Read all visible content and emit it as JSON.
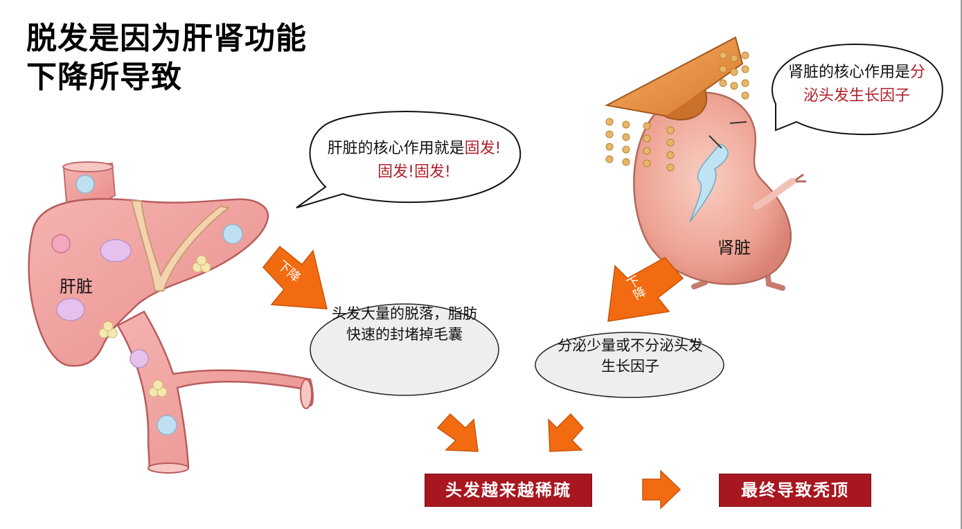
{
  "title": {
    "line1": "脱发是因为肝肾功能",
    "line2": "下降所导致"
  },
  "liver": {
    "label": "肝脏",
    "bubble_prefix": "肝脏的核心作用就是",
    "bubble_hl1": "固发!",
    "bubble_hl2": "固发!固发!",
    "arrow_label": "下降",
    "effect_line1": "头发大量的脱落，脂肪",
    "effect_line2": "快速的封堵掉毛囊"
  },
  "kidney": {
    "label": "肾脏",
    "bubble_prefix": "肾脏的核心作用是",
    "bubble_hl1": "分",
    "bubble_hl2": "泌头发生长因子",
    "arrow_label": "下降",
    "effect_line1": "分泌少量或不分泌头发",
    "effect_line2": "生长因子"
  },
  "results": {
    "box1": "头发越来越稀疏",
    "box2": "最终导致秃顶"
  },
  "colors": {
    "accent_orange": "#f26b10",
    "result_red": "#a8161f",
    "organ_pink": "#f1a0a0",
    "highlight_red": "#b0202a"
  }
}
